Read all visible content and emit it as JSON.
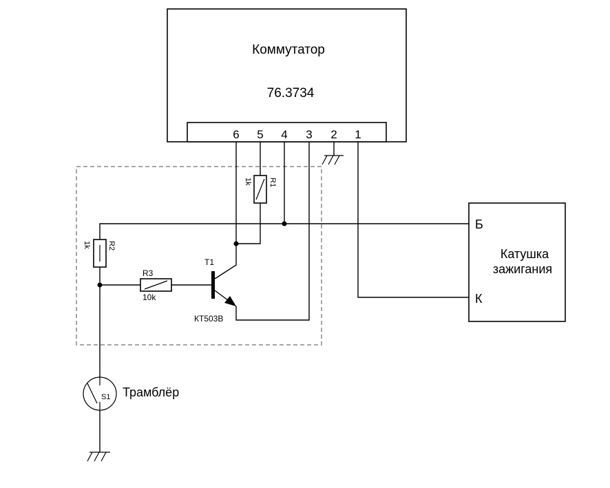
{
  "commutator": {
    "title": "Коммутатор",
    "model": "76.3734",
    "pins": [
      "6",
      "5",
      "4",
      "3",
      "2",
      "1"
    ]
  },
  "coil": {
    "title_line1": "Катушка",
    "title_line2": "зажигания",
    "terminal_b": "Б",
    "terminal_k": "К"
  },
  "components": {
    "r1": {
      "name": "R1",
      "value": "1k"
    },
    "r2": {
      "name": "R2",
      "value": "1k"
    },
    "r3": {
      "name": "R3",
      "value": "10k"
    },
    "t1": {
      "name": "T1",
      "part": "КТ503В"
    },
    "s1": {
      "name": "S1",
      "label": "Трамблёр"
    }
  }
}
